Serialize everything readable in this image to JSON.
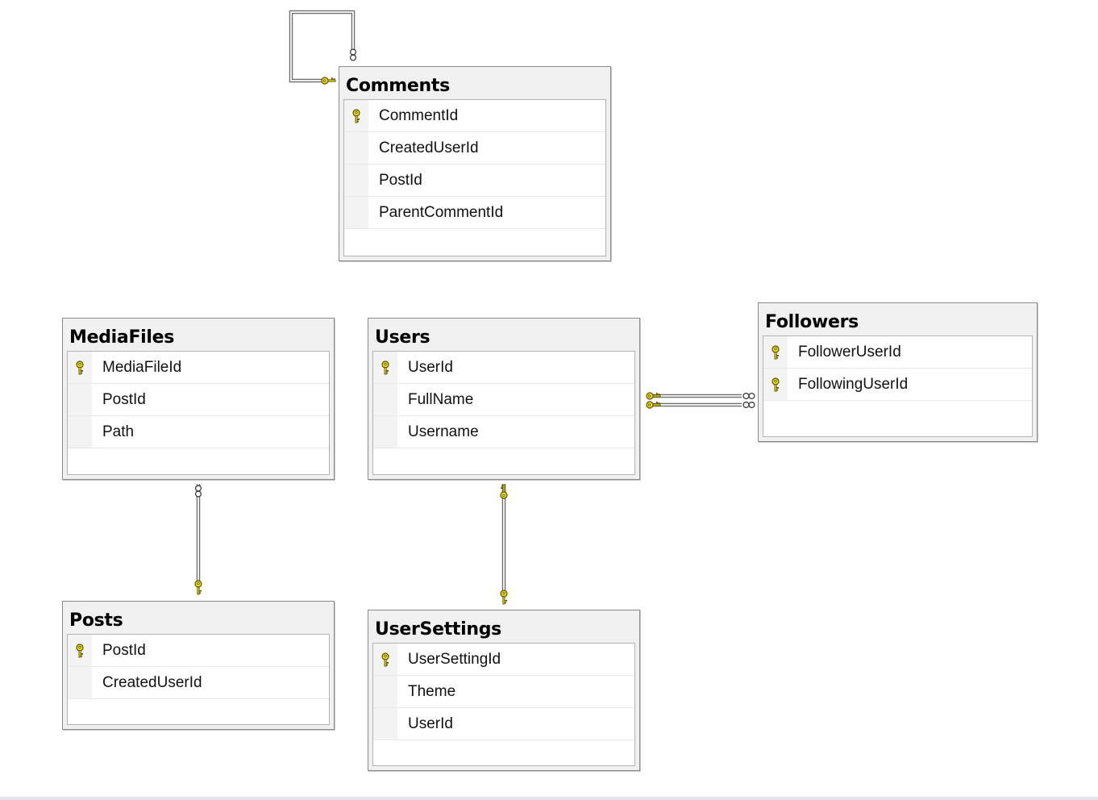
{
  "diagram": {
    "tables": [
      {
        "id": "comments",
        "name": "Comments",
        "columns": [
          {
            "name": "CommentId",
            "pk": true
          },
          {
            "name": "CreatedUserId",
            "pk": false
          },
          {
            "name": "PostId",
            "pk": false
          },
          {
            "name": "ParentCommentId",
            "pk": false
          }
        ]
      },
      {
        "id": "mediafiles",
        "name": "MediaFiles",
        "columns": [
          {
            "name": "MediaFileId",
            "pk": true
          },
          {
            "name": "PostId",
            "pk": false
          },
          {
            "name": "Path",
            "pk": false
          }
        ]
      },
      {
        "id": "users",
        "name": "Users",
        "columns": [
          {
            "name": "UserId",
            "pk": true
          },
          {
            "name": "FullName",
            "pk": false
          },
          {
            "name": "Username",
            "pk": false
          }
        ]
      },
      {
        "id": "followers",
        "name": "Followers",
        "columns": [
          {
            "name": "FollowerUserId",
            "pk": true
          },
          {
            "name": "FollowingUserId",
            "pk": true
          }
        ]
      },
      {
        "id": "posts",
        "name": "Posts",
        "columns": [
          {
            "name": "PostId",
            "pk": true
          },
          {
            "name": "CreatedUserId",
            "pk": false
          }
        ]
      },
      {
        "id": "usersettings",
        "name": "UserSettings",
        "columns": [
          {
            "name": "UserSettingId",
            "pk": true
          },
          {
            "name": "Theme",
            "pk": false
          },
          {
            "name": "UserId",
            "pk": false
          }
        ]
      }
    ],
    "relationships": [
      {
        "from": "comments",
        "to": "comments",
        "from_end": "many",
        "to_end": "one"
      },
      {
        "from": "mediafiles",
        "to": "posts",
        "from_end": "many",
        "to_end": "one"
      },
      {
        "from": "users",
        "to": "usersettings",
        "from_end": "one",
        "to_end": "one"
      },
      {
        "from": "users",
        "to": "followers",
        "from_end": "one",
        "to_end": "many"
      }
    ],
    "colors": {
      "key": "#f2e200",
      "key_outline": "#5a5000",
      "line": "#6e6e6e",
      "table_bg": "#f0f0f0",
      "table_border": "#8a8a8a"
    }
  }
}
